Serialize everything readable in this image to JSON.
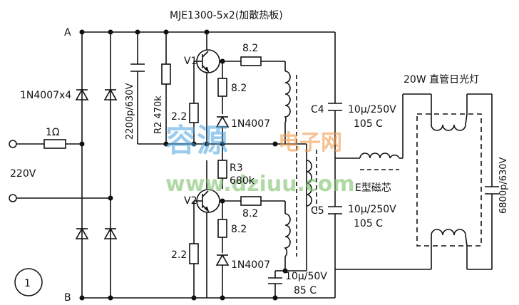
{
  "title": "MJE1300-5x2(加散热板)",
  "nodes": {
    "a": "A",
    "b": "B"
  },
  "input": {
    "resistor": "1Ω",
    "voltage": "220V"
  },
  "bridge_label": "1N4007x4",
  "cap_2200": "2200p/630V",
  "r2": "R2  470k",
  "v1": "V1",
  "v2": "V2",
  "r82_top_h": "8.2",
  "r82_top_v": "8.2",
  "r22_top": "2.2",
  "d_top": "1N4007",
  "r3": "R3",
  "r3_val": "680k",
  "r82_bot_h": "8.2",
  "r82_bot_v": "8.2",
  "r22_bot": "2.2",
  "d_bot": "1N4007",
  "c4": "C4",
  "c4_val": "10μ/250V",
  "c4_temp": "105 C",
  "c5": "C5",
  "c5_val": "10μ/250V",
  "c5_temp": "105 C",
  "core": "E型磁芯",
  "lamp": "20W 直管日光灯",
  "cap_6800": "6800p/630V",
  "c_bot_val": "10μ/50V",
  "c_bot_temp": "85 C",
  "fig_num": "1",
  "watermark": {
    "line1": "容源",
    "line2": "电子网",
    "line3": "www.dziuu.com"
  }
}
